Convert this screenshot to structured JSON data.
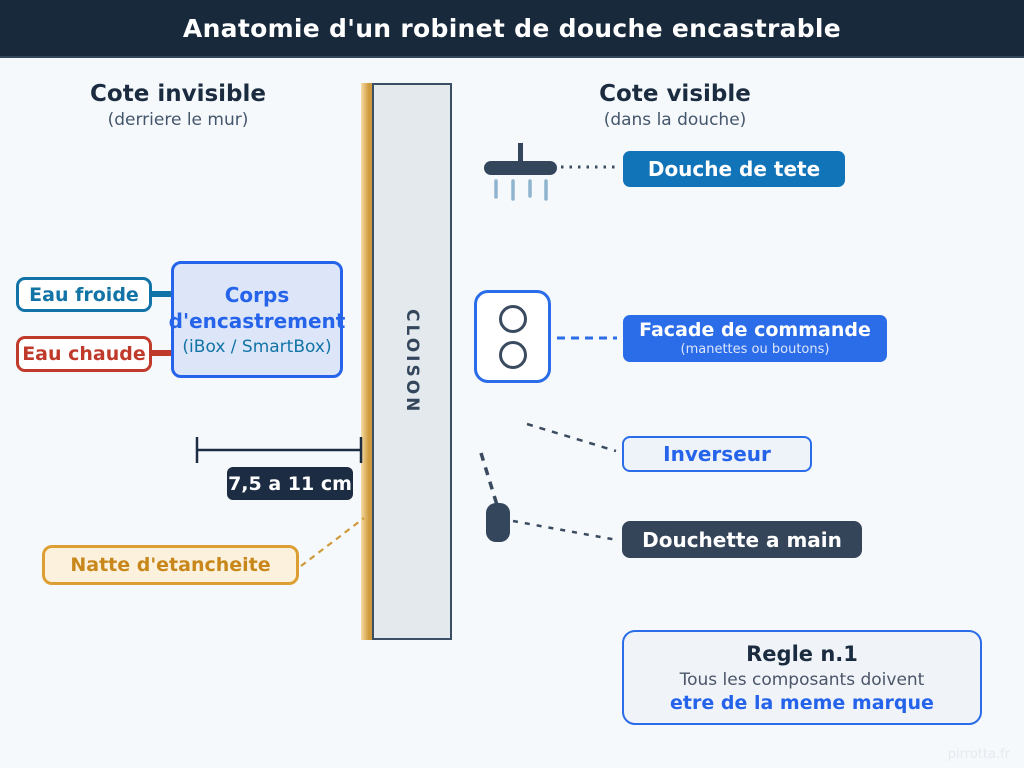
{
  "header": {
    "title": "Anatomie d'un robinet de douche encastrable"
  },
  "sections": {
    "invisible": {
      "title": "Cote invisible",
      "subtitle": "(derriere le mur)"
    },
    "visible": {
      "title": "Cote visible",
      "subtitle": "(dans la douche)"
    }
  },
  "wall": {
    "label": "CLOISON"
  },
  "behind_wall": {
    "cold_water": {
      "label": "Eau froide"
    },
    "hot_water": {
      "label": "Eau chaude"
    },
    "rough_in_body": {
      "title": "Corps d'encastrement",
      "subtitle": "(iBox / SmartBox)"
    },
    "depth_dimension": {
      "label": "7,5 a 11 cm"
    },
    "waterproof_mat": {
      "label": "Natte d'etancheite"
    }
  },
  "shower_side": {
    "head_shower": {
      "label": "Douche de tete"
    },
    "control_plate": {
      "title": "Facade de commande",
      "subtitle": "(manettes ou boutons)"
    },
    "diverter": {
      "label": "Inverseur"
    },
    "hand_shower": {
      "label": "Douchette a main"
    },
    "rule": {
      "title": "Regle n.1",
      "line1": "Tous les composants doivent",
      "line2": "etre de la meme marque"
    }
  },
  "watermark": "pirrotta.fr",
  "colors": {
    "header_bg": "#18293c",
    "head_shower_btn": "#1173b8",
    "control_plate_btn": "#2b6ce8",
    "dark_navy_box": "#344459",
    "cold_accent": "#1273a6",
    "hot_accent": "#c03a2b",
    "mat_accent": "#dd9f33",
    "wall_strip": "#cf9a3d"
  }
}
